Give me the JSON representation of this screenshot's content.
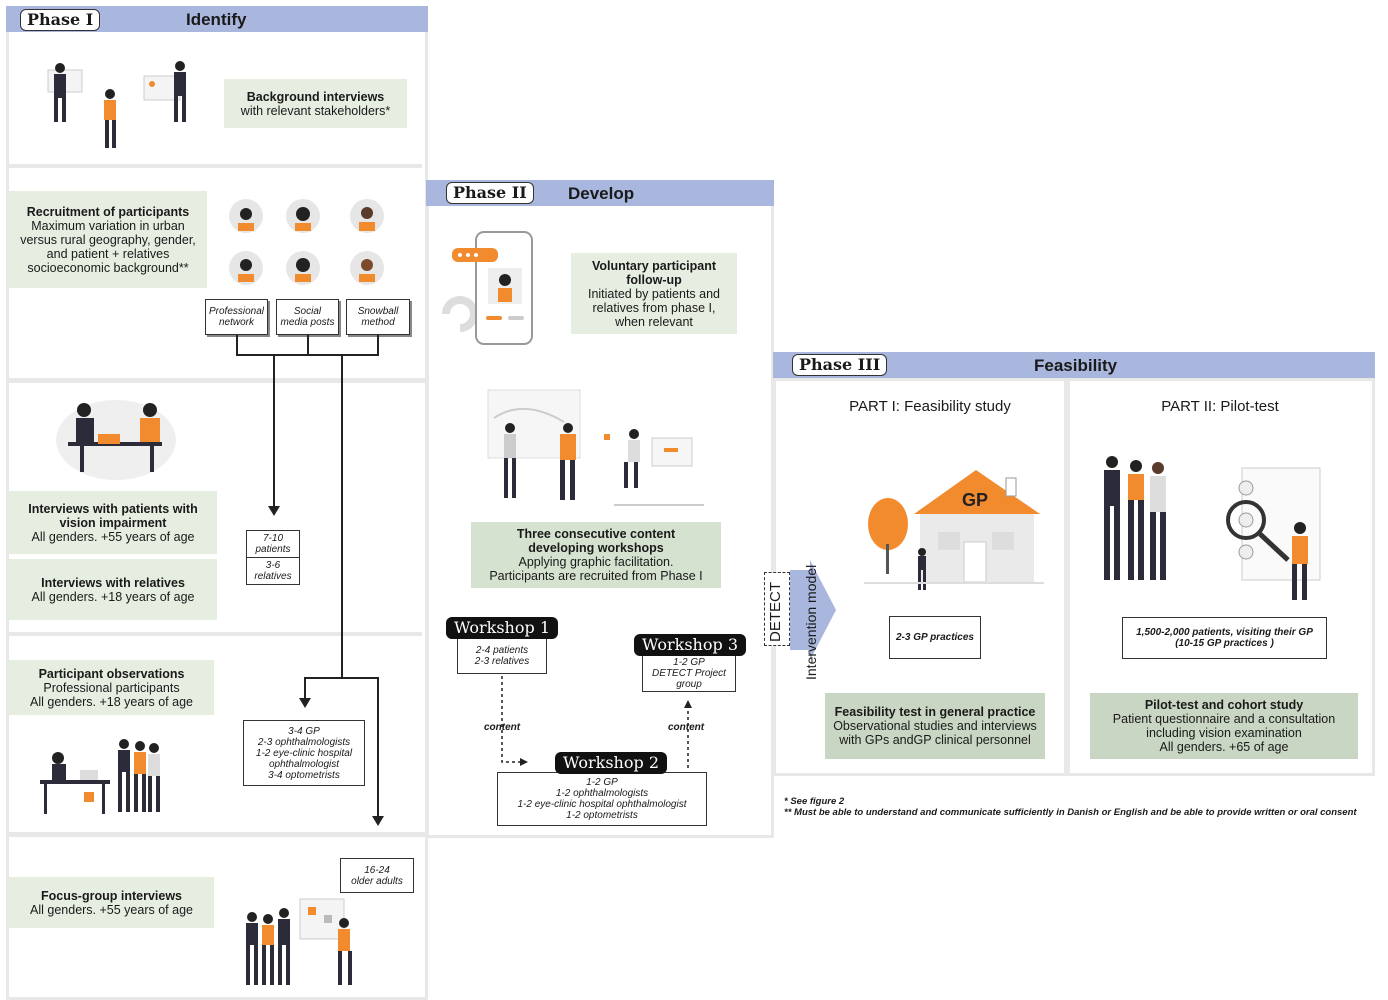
{
  "phase1": {
    "badge": "Phase I",
    "title": "Identify",
    "background": {
      "title": "Background interviews",
      "text": "with relevant stakeholders*"
    },
    "recruitment": {
      "title": "Recruitment of participants",
      "text": "Maximum variation in urban versus rural geography, gender, and patient + relatives socioeconomic background**"
    },
    "channels": [
      {
        "line1": "Professional",
        "line2": "network"
      },
      {
        "line1": "Social",
        "line2": "media posts"
      },
      {
        "line1": "Snowball",
        "line2": "method"
      }
    ],
    "interviews_patients": {
      "title": "Interviews with patients with vision impairment",
      "text": "All genders. +55 years of age"
    },
    "interviews_relatives": {
      "title": "Interviews with relatives",
      "text": "All genders. +18 years of age"
    },
    "count_patients": {
      "top": "7-10",
      "top2": "patients",
      "bottom": "3-6",
      "bottom2": "relatives"
    },
    "observations": {
      "title": "Participant observations",
      "text1": "Professional participants",
      "text2": "All genders. +18 years of age"
    },
    "count_professionals": [
      "3-4 GP",
      "2-3 ophthalmologists",
      "1-2 eye-clinic hospital",
      "ophthalmologist",
      "3-4 optometrists"
    ],
    "focus_group": {
      "title": "Focus-group interviews",
      "text": "All genders. +55 years of age"
    },
    "count_older": {
      "line1": "16-24",
      "line2": "older adults"
    }
  },
  "phase2": {
    "badge": "Phase II",
    "title": "Develop",
    "followup": {
      "title1": "Voluntary participant",
      "title2": "follow-up",
      "text": "Initiated by patients and relatives from phase I, when relevant"
    },
    "workshops": {
      "title1": "Three consecutive content",
      "title2": "developing workshops",
      "text1": "Applying graphic facilitation.",
      "text2": "Participants are recruited from Phase I"
    },
    "ws1": {
      "label": "Workshop 1",
      "lines": [
        "2-4 patients",
        "2-3 relatives"
      ]
    },
    "ws2": {
      "label": "Workshop 2",
      "lines": [
        "1-2 GP",
        "1-2 ophthalmologists",
        "1-2 eye-clinic hospital ophthalmologist",
        "1-2 optometrists"
      ]
    },
    "ws3": {
      "label": "Workshop 3",
      "lines": [
        "1-2 GP",
        "DETECT Project",
        "group"
      ]
    },
    "content_label": "content"
  },
  "phase3": {
    "badge": "Phase III",
    "title": "Feasibility",
    "part1": {
      "title": "PART I: Feasibility study",
      "count": "2-3 GP practices",
      "box_title": "Feasibility test in general practice",
      "box_text": "Observational studies and interviews with GPs andGP clinical personnel",
      "house_label": "GP"
    },
    "part2": {
      "title": "PART II: Pilot-test",
      "count1": "1,500-2,000 patients, visiting their GP",
      "count2": "(10-15 GP practices )",
      "box_title": "Pilot-test and cohort study",
      "box_text1": "Patient questionnaire and a consultation",
      "box_text2": "including vision examination",
      "box_text3": "All genders. +65 of age"
    },
    "arrow_label1": "DETECT",
    "arrow_label2": "Intervention model"
  },
  "footnotes": {
    "n1": "*  See figure 2",
    "n2": "** Must be able to understand and communicate sufficiently in Danish or English and be able to provide written or oral consent"
  },
  "colors": {
    "orange": "#f28a2e",
    "phase_bar": "#a9b6dd",
    "green_light": "#e6eee1",
    "green_dark": "#c8d6c3",
    "arrow_blue": "#a9b6dd"
  }
}
